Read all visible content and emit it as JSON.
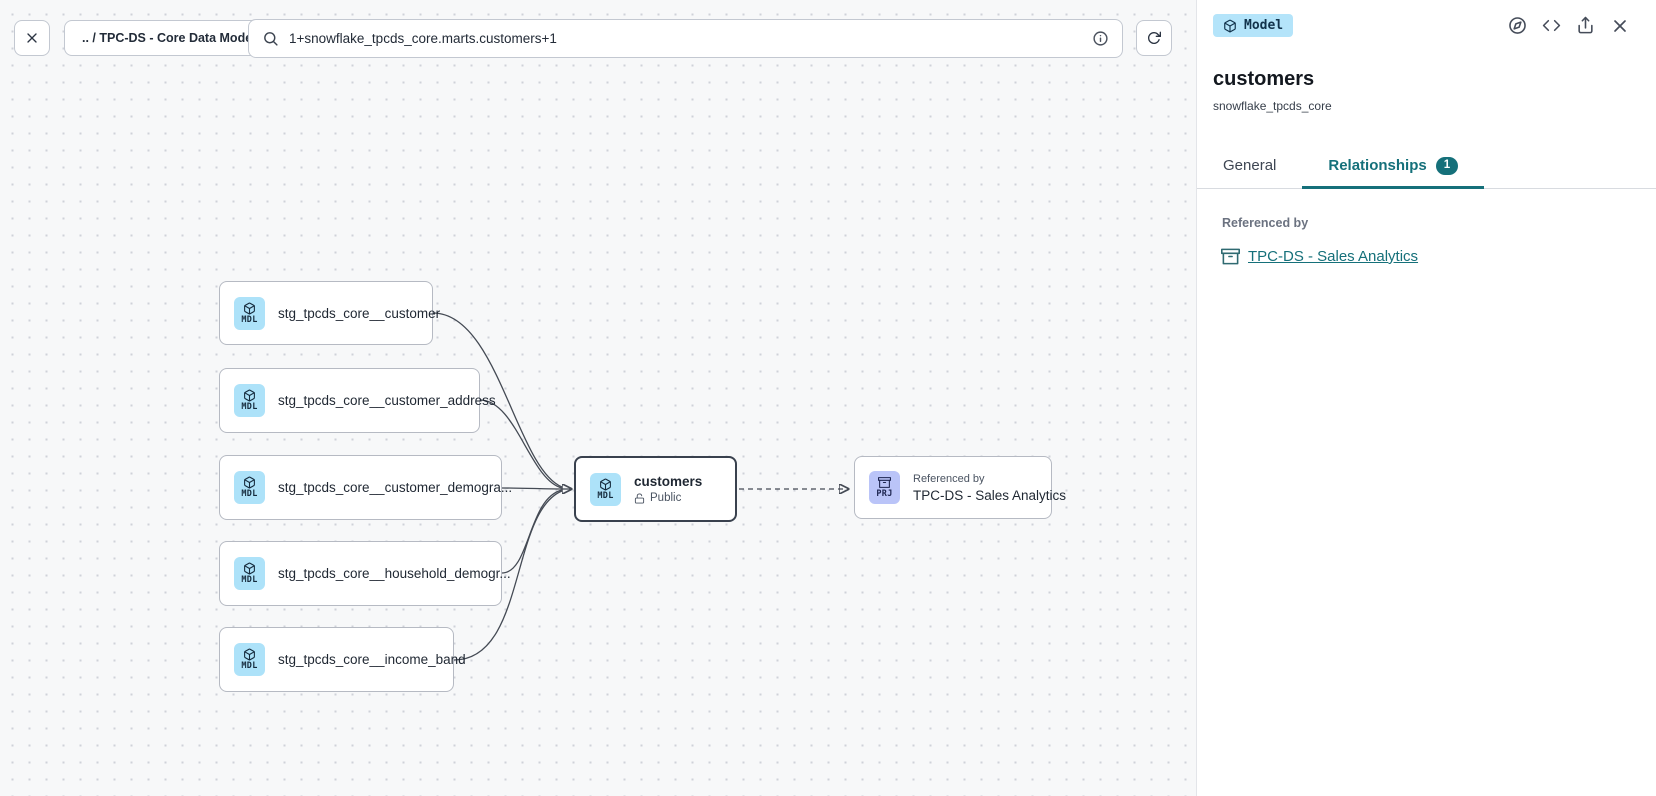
{
  "toolbar": {
    "breadcrumb": ".. / TPC-DS - Core Data Models",
    "search_value": "1+snowflake_tpcds_core.marts.customers+1"
  },
  "canvas": {
    "nodes": [
      {
        "tag": "MDL",
        "label": "stg_tpcds_core__customer"
      },
      {
        "tag": "MDL",
        "label": "stg_tpcds_core__customer_address"
      },
      {
        "tag": "MDL",
        "label": "stg_tpcds_core__customer_demogra..."
      },
      {
        "tag": "MDL",
        "label": "stg_tpcds_core__household_demogr..."
      },
      {
        "tag": "MDL",
        "label": "stg_tpcds_core__income_band"
      },
      {
        "tag": "MDL",
        "label": "customers",
        "visibility": "Public"
      },
      {
        "tag": "PRJ",
        "kicker": "Referenced by",
        "label": "TPC-DS - Sales Analytics"
      }
    ]
  },
  "panel": {
    "type_badge": "Model",
    "title": "customers",
    "subtitle": "snowflake_tpcds_core",
    "tabs": [
      {
        "label": "General"
      },
      {
        "label": "Relationships",
        "count": "1"
      }
    ],
    "referenced_by": {
      "heading": "Referenced by",
      "link": "TPC-DS - Sales Analytics"
    }
  },
  "colors": {
    "accent": "#15707a",
    "model_icon_bg": "#ade2f9",
    "project_icon_bg": "#bac4f8",
    "type_badge_bg": "#b4e4fa"
  }
}
